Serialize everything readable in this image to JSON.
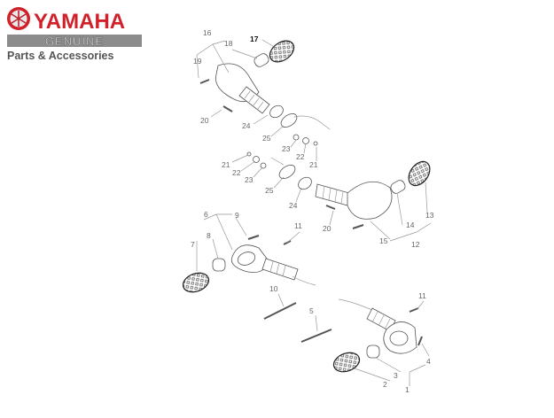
{
  "logo": {
    "brand": "YAMAHA",
    "tagline": "GENUINE",
    "subtitle": "Parts & Accessories",
    "colors": {
      "brand_red": "#d0202a",
      "banner_gray": "#8c8c8c",
      "subtitle_gray": "#555555"
    }
  },
  "diagram": {
    "callouts": [
      "16",
      "17",
      "18",
      "19",
      "20",
      "24",
      "25",
      "23",
      "22",
      "21",
      "21",
      "22",
      "23",
      "25",
      "24",
      "20",
      "15",
      "14",
      "13",
      "12",
      "6",
      "9",
      "7",
      "8",
      "11",
      "10",
      "5",
      "11",
      "4",
      "3",
      "2",
      "1"
    ],
    "highlighted": "17"
  }
}
